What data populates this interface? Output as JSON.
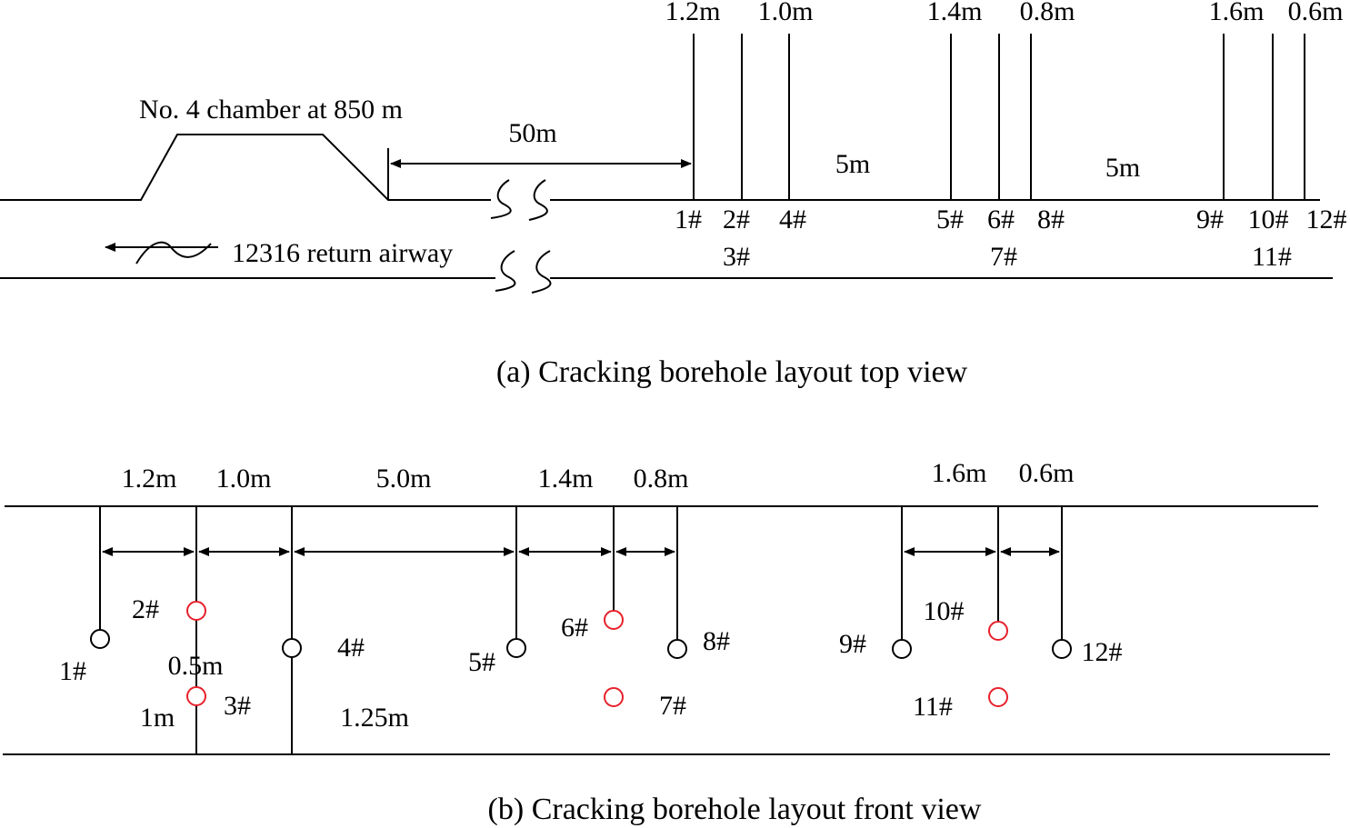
{
  "top_view": {
    "chamber_label": "No. 4 chamber at 850 m",
    "distance_label": "50m",
    "airway_label": "12316 return airway",
    "caption": "(a) Cracking borehole layout top view",
    "group_gap_1": "5m",
    "group_gap_2": "5m",
    "spacings": [
      "1.2m",
      "1.0m",
      "1.4m",
      "0.8m",
      "1.6m",
      "0.6m"
    ],
    "hole_labels_row1": [
      "1#",
      "2#",
      "4#",
      "5#",
      "6#",
      "8#",
      "9#",
      "10#",
      "12#"
    ],
    "hole_labels_row2": [
      "3#",
      "7#",
      "11#"
    ]
  },
  "front_view": {
    "caption": "(b) Cracking borehole layout front view",
    "spacings": [
      "1.2m",
      "1.0m",
      "5.0m",
      "1.4m",
      "0.8m",
      "1.6m",
      "0.6m"
    ],
    "depth_labels": [
      "0.5m",
      "1m",
      "1.25m"
    ],
    "holes": [
      {
        "id": "1#",
        "color": "#000000"
      },
      {
        "id": "2#",
        "color": "#e8202a"
      },
      {
        "id": "3#",
        "color": "#e8202a"
      },
      {
        "id": "4#",
        "color": "#000000"
      },
      {
        "id": "5#",
        "color": "#000000"
      },
      {
        "id": "6#",
        "color": "#e8202a"
      },
      {
        "id": "7#",
        "color": "#e8202a"
      },
      {
        "id": "8#",
        "color": "#000000"
      },
      {
        "id": "9#",
        "color": "#000000"
      },
      {
        "id": "10#",
        "color": "#e8202a"
      },
      {
        "id": "11#",
        "color": "#e8202a"
      },
      {
        "id": "12#",
        "color": "#000000"
      }
    ]
  }
}
